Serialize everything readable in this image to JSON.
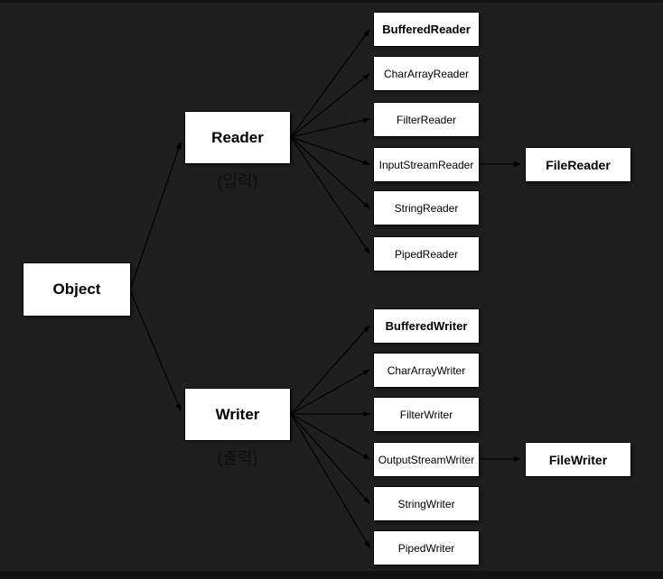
{
  "diagram": {
    "title_hint": "Java IO Reader/Writer class hierarchy",
    "root": {
      "label": "Object"
    },
    "reader": {
      "label": "Reader",
      "caption": "(입력)"
    },
    "writer": {
      "label": "Writer",
      "caption": "(출력)"
    },
    "reader_children": [
      {
        "label": "BufferedReader"
      },
      {
        "label": "CharArrayReader"
      },
      {
        "label": "FilterReader"
      },
      {
        "label": "InputStreamReader"
      },
      {
        "label": "StringReader"
      },
      {
        "label": "PipedReader"
      }
    ],
    "reader_leaf": {
      "label": "FileReader"
    },
    "writer_children": [
      {
        "label": "BufferedWriter"
      },
      {
        "label": "CharArrayWriter"
      },
      {
        "label": "FilterWriter"
      },
      {
        "label": "OutputStreamWriter"
      },
      {
        "label": "StringWriter"
      },
      {
        "label": "PipedWriter"
      }
    ],
    "writer_leaf": {
      "label": "FileWriter"
    }
  },
  "colors": {
    "background": "#1f1f1f",
    "edge_strip": "#131313",
    "node_fill": "#ffffff",
    "node_border": "#000000",
    "node_text": "#000000",
    "arrow": "#000000",
    "caption_text": "#0d0d0d"
  }
}
